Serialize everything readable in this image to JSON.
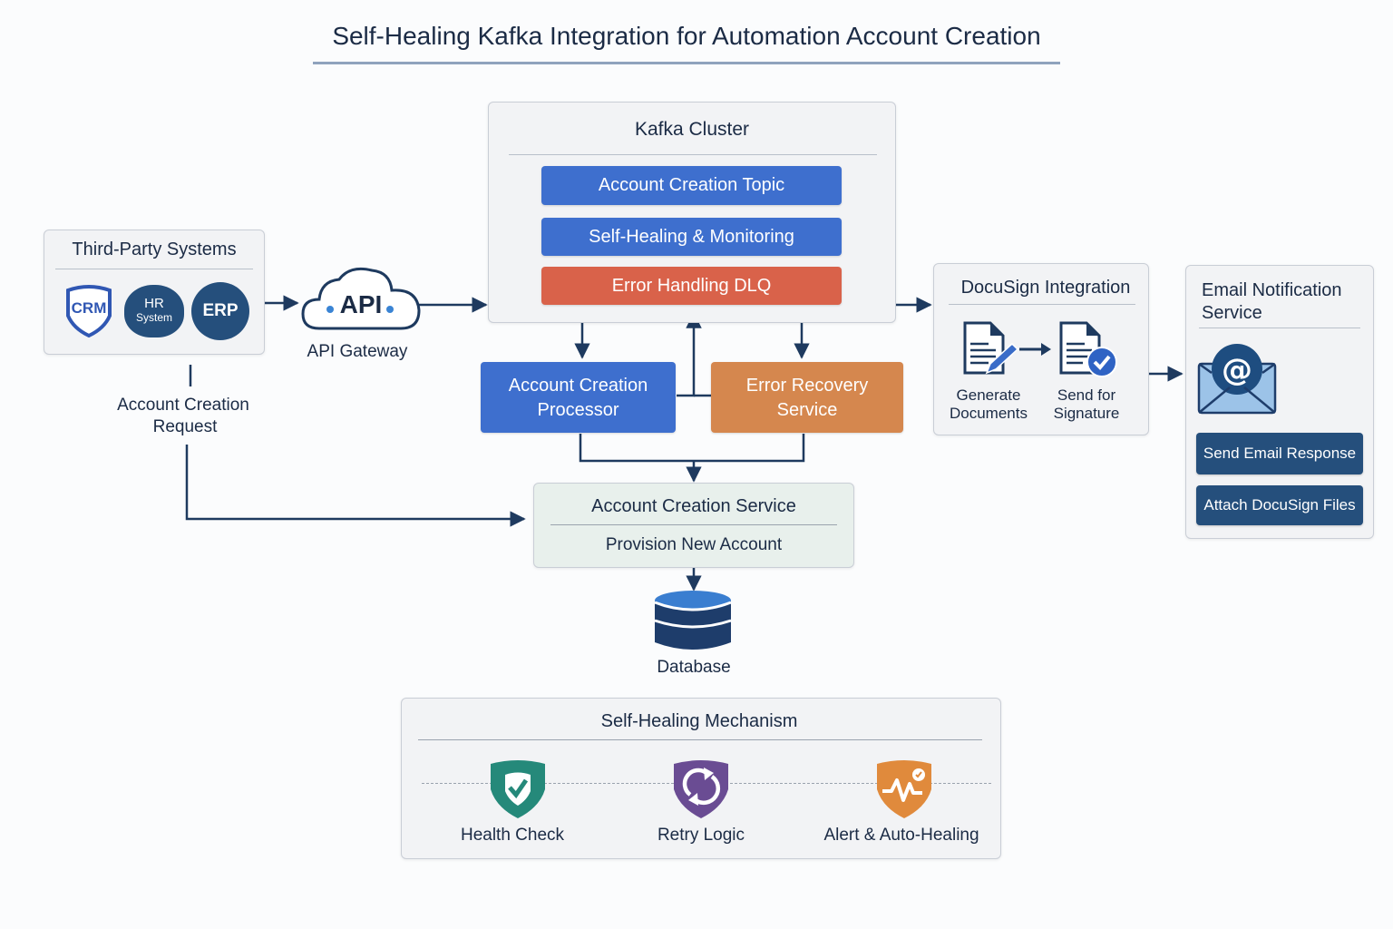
{
  "title": "Self-Healing Kafka Integration for Automation Account Creation",
  "third_party": {
    "title": "Third-Party Systems",
    "systems": [
      {
        "label": "CRM",
        "icon": "crm-shield-icon"
      },
      {
        "label": "HR",
        "sublabel": "System",
        "icon": "hr-system-icon"
      },
      {
        "label": "ERP",
        "icon": "erp-circle-icon"
      }
    ],
    "request_label_line1": "Account Creation",
    "request_label_line2": "Request"
  },
  "api_gateway": {
    "cloud_text": "API",
    "label": "API Gateway"
  },
  "kafka": {
    "title": "Kafka Cluster",
    "topics": [
      {
        "label": "Account Creation Topic",
        "color": "#3e6fce"
      },
      {
        "label": "Self-Healing & Monitoring",
        "color": "#3e6fce"
      },
      {
        "label": "Error Handling DLQ",
        "color": "#d9624a"
      }
    ]
  },
  "processor": {
    "line1": "Account Creation",
    "line2": "Processor",
    "color": "#3e6fce"
  },
  "error_recovery": {
    "line1": "Error Recovery",
    "line2": "Service",
    "color": "#d5874e"
  },
  "account_service": {
    "title": "Account Creation Service",
    "subtitle": "Provision New Account"
  },
  "database": {
    "label": "Database"
  },
  "docusign": {
    "title": "DocuSign Integration",
    "steps": [
      {
        "line1": "Generate",
        "line2": "Documents",
        "icon": "document-edit-icon"
      },
      {
        "line1": "Send for",
        "line2": "Signature",
        "icon": "document-check-icon"
      }
    ]
  },
  "email": {
    "title_line1": "Email Notification",
    "title_line2": "Service",
    "actions": [
      "Send Email Response",
      "Attach DocuSign Files"
    ]
  },
  "self_healing": {
    "title": "Self-Healing Mechanism",
    "items": [
      {
        "label": "Health Check",
        "icon": "shield-check-icon",
        "color": "#25897a"
      },
      {
        "label": "Retry Logic",
        "icon": "retry-icon",
        "color": "#6a4c93"
      },
      {
        "label": "Alert & Auto-Healing",
        "icon": "alert-pulse-icon",
        "color": "#e08a3c"
      }
    ]
  },
  "colors": {
    "navy": "#1b2b45",
    "line": "#1e3a5f",
    "blue": "#3e6fce",
    "red": "#d9624a",
    "orange": "#d5874e",
    "dark_blue": "#254f7c"
  }
}
